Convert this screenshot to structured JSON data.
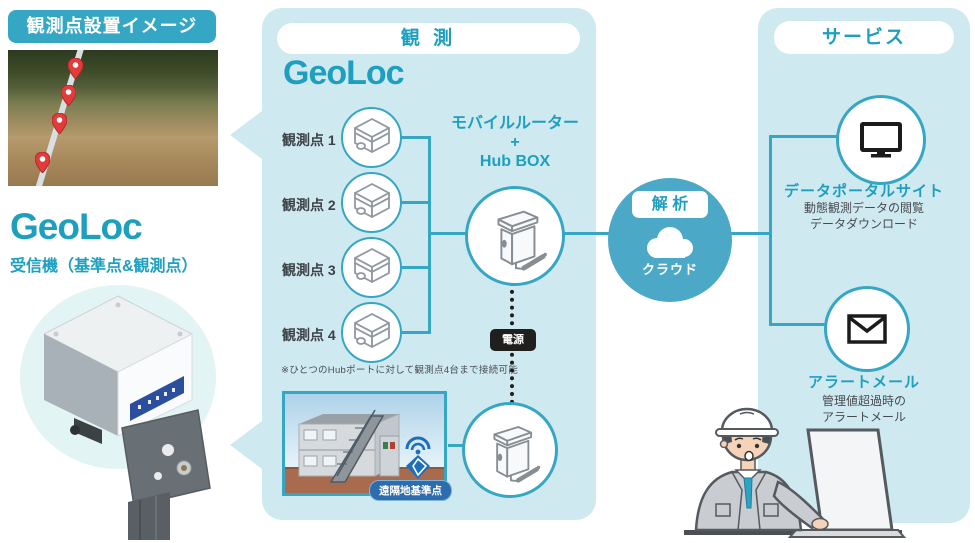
{
  "colors": {
    "accent": "#35a7c4",
    "accent_text": "#1e9fc0",
    "panel_bg": "#cfe9f0",
    "analysis_bg": "#4ba9c7",
    "dark": "#1f1f1d",
    "label_blue": "#2e6cb0",
    "pin_red": "#e23b3b",
    "wifi_blue": "#1d6fba"
  },
  "left": {
    "badge": "観測点設置イメージ",
    "product_title": "GeoLoc",
    "product_subtitle": "受信機（基準点&観測点）"
  },
  "observation": {
    "header": "観 測",
    "title": "GeoLoc",
    "points": [
      "観測点 1",
      "観測点 2",
      "観測点 3",
      "観測点 4"
    ],
    "router": [
      "モバイルルーター",
      "+",
      "Hub BOX"
    ],
    "power_label": "電源",
    "note": "※ひとつのHubポートに対して観測点4台まで接続可能",
    "remote_base_label": "遠隔地基準点"
  },
  "analysis": {
    "header": "解 析",
    "cloud_label": "クラウド"
  },
  "service": {
    "header": "サービス",
    "portal": {
      "title": "データポータルサイト",
      "desc1": "動態観測データの閲覧",
      "desc2": "データダウンロード"
    },
    "alert": {
      "title": "アラートメール",
      "desc1": "管理値超過時の",
      "desc2": "アラートメール"
    }
  }
}
